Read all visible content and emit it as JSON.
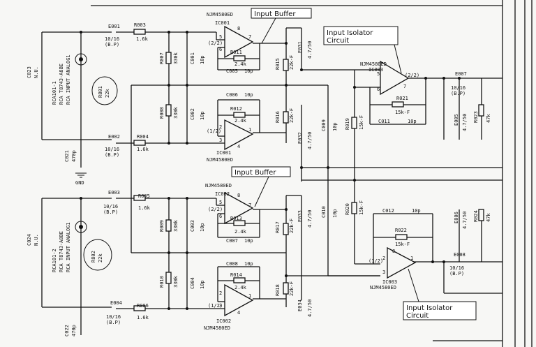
{
  "callouts": {
    "input_buffer_top": "Input Buffer",
    "input_buffer_bottom": "Input Buffer",
    "isolator_top_1": "Input Isolator",
    "isolator_top_2": "Circuit",
    "isolator_bottom_1": "Input Isolator",
    "isolator_bottom_2": "Circuit"
  },
  "connectors": {
    "top_1": "RCA101-1",
    "top_2": "RCA T8743-A8BE",
    "top_3": "RCA INPUT ANALOG1",
    "bot_1": "RCA101-2",
    "bot_2": "RCA T8743-A8BE",
    "bot_3": "RCA INPUT ANALOG1"
  },
  "ics": {
    "ic001a_name": "NJM4580ED",
    "ic001a_ref": "IC001",
    "ic001a_unit": "(2/2)",
    "ic001b_name": "NJM4580ED",
    "ic001b_ref": "IC001",
    "ic001b_unit": "(1/2)",
    "ic003a_name": "NJM4580ED",
    "ic003a_ref": "IC003",
    "ic003a_unit": "(2/2)",
    "ic002a_name": "NJM4580ED",
    "ic002a_ref": "IC002",
    "ic002a_unit": "(2/2)",
    "ic002b_name": "NJM4580ED",
    "ic002b_ref": "IC002",
    "ic002b_unit": "(1/2)",
    "ic003b_name": "NJM4580ED",
    "ic003b_ref": "IC003",
    "ic003b_unit": "(1/2)"
  },
  "pins": [
    "8",
    "7",
    "6",
    "5",
    "4",
    "1",
    "2",
    "3"
  ],
  "components": {
    "c023": "C023",
    "c023v": "N.U.",
    "c024": "C024",
    "c024v": "N.U.",
    "c021": "C021",
    "c021v": "470p",
    "c022": "C022",
    "c022v": "470p",
    "gnd": "GND",
    "r801": "R801",
    "r801v": "22k",
    "r802": "R802",
    "r802v": "22k",
    "e001": "E001",
    "e001v1": "10/16",
    "e001v2": "(B.P)",
    "e002": "E002",
    "e002v1": "10/16",
    "e002v2": "(B.P)",
    "e003": "E003",
    "e003v1": "10/16",
    "e003v2": "(B.P)",
    "e004": "E004",
    "e004v1": "10/16",
    "e004v2": "(B.P)",
    "r003": "R003",
    "r003v": "1.6k",
    "r004": "R004",
    "r004v": "1.6k",
    "r005": "R005",
    "r005v": "1.6k",
    "r006": "R006",
    "r006v": "1.6k",
    "r007": "R007",
    "r007v": "330k",
    "r008": "R008",
    "r008v": "330k",
    "r009": "R009",
    "r009v": "330k",
    "r010": "R010",
    "r010v": "330k",
    "c001": "C001",
    "c001v": "10p",
    "c002": "C002",
    "c002v": "10p",
    "c003": "C003",
    "c003v": "10p",
    "c004": "C004",
    "c004v": "10p",
    "r011": "R011",
    "r011v": "2.4k",
    "r012": "R012",
    "r012v": "2.4k",
    "r013": "R013",
    "r013v": "2.4k",
    "r014": "R014",
    "r014v": "2.4k",
    "c005": "C005",
    "c005v": "10p",
    "c006": "C006",
    "c006v": "10p",
    "c007": "C007",
    "c007v": "10p",
    "c008": "C008",
    "c008v": "10p",
    "r015": "R015",
    "r015v": "22k-F",
    "r016": "R016",
    "r016v": "22k-F",
    "r017": "R017",
    "r017v": "22k-F",
    "r018": "R018",
    "r018v": "22k-F",
    "e031": "E031",
    "e031v": "4.7/50",
    "e032": "E032",
    "e032v": "4.7/50",
    "e033": "E033",
    "e033v": "4.7/50",
    "e034": "E034",
    "e034v": "4.7/50",
    "c009": "C009",
    "c009v": "10p",
    "c010": "C010",
    "c010v": "10p",
    "r019": "R019",
    "r019v": "15k-F",
    "r020": "R020",
    "r020v": "15k-F",
    "r021": "R021",
    "r021v": "15k-F",
    "r022": "R022",
    "r022v": "15k-F",
    "c011": "C011",
    "c011v": "10p",
    "c012": "C012",
    "c012v": "10p",
    "e007": "E007",
    "e007v1": "10/16",
    "e007v2": "(B.P)",
    "e008": "E008",
    "e008v1": "10/16",
    "e008v2": "(B.P)",
    "e005": "E005",
    "e005v": "4.7/50",
    "e006": "E006",
    "e006v": "4.7/50",
    "r023": "R023",
    "r023v": "47k",
    "r024": "R024",
    "r024v": "47k"
  }
}
